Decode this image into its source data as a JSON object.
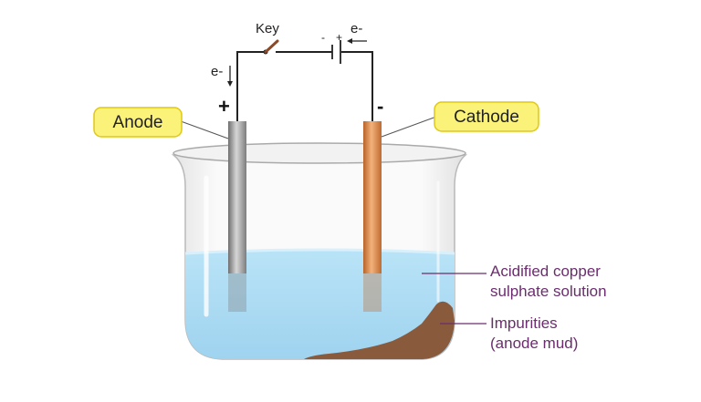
{
  "labels": {
    "key": "Key",
    "electron_top": "e-",
    "electron_left": "e-",
    "battery_minus": "-",
    "battery_plus": "+",
    "anode_sign": "+",
    "cathode_sign": "-",
    "anode": "Anode",
    "cathode": "Cathode",
    "solution_line1": "Acidified copper",
    "solution_line2": "sulphate solution",
    "impurities_line1": "Impurities",
    "impurities_line2": "(anode mud)"
  },
  "colors": {
    "label_box_fill": "#fbf27a",
    "label_box_border": "#e0c814",
    "solution": "#aedcf3",
    "anode_metal": "#9a9a9a",
    "cathode_copper": "#d98c4a",
    "anode_mud": "#8a5a3c",
    "callout_text": "#6b2d6e"
  }
}
